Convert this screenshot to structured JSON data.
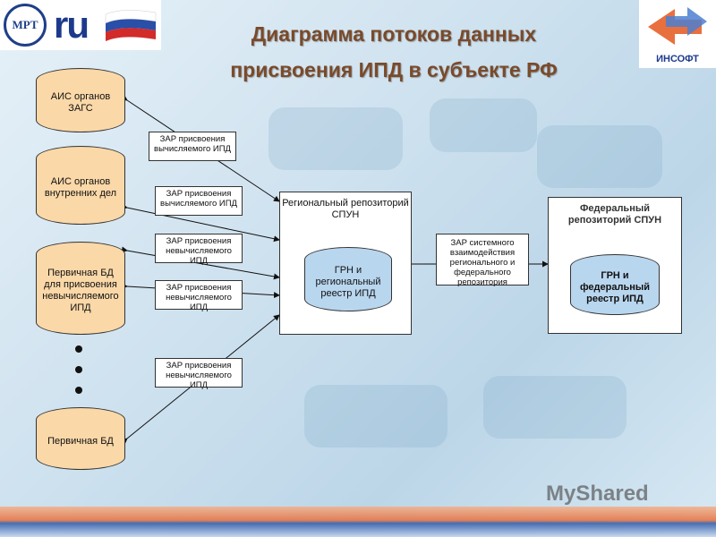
{
  "header": {
    "logo_left_text": "МРТ",
    "logo_left_ru": "ru",
    "logo_right_text": "ИНСОФТ",
    "title_line1": "Диаграмма потоков данных",
    "title_line2": "присвоения ИПД в субъекте РФ"
  },
  "sources": [
    {
      "label": "АИС органов ЗАГС"
    },
    {
      "label": "АИС органов внутренних дел"
    },
    {
      "label": "Первичная БД для присвоения невычисляемого ИПД"
    },
    {
      "label": "Первичная БД"
    }
  ],
  "flows": [
    {
      "label": "ЗАР присвоения вычисляемого ИПД"
    },
    {
      "label": "ЗАР присвоения вычисляемого ИПД"
    },
    {
      "label": "ЗАР присвоения невычисляемого ИПД"
    },
    {
      "label": "ЗАР присвоения невычисляемого ИПД"
    },
    {
      "label": "ЗАР присвоения невычисляемого ИПД"
    }
  ],
  "regional": {
    "title": "Региональный репозиторий СПУН",
    "db": "ГРН и региональный реестр ИПД"
  },
  "sync": {
    "label": "ЗАР системного взаимодействия регионального и федерального репозитория"
  },
  "federal": {
    "title": "Федеральный репозиторий СПУН",
    "db": "ГРН и федеральный реестр ИПД"
  },
  "watermark": "MyShared"
}
